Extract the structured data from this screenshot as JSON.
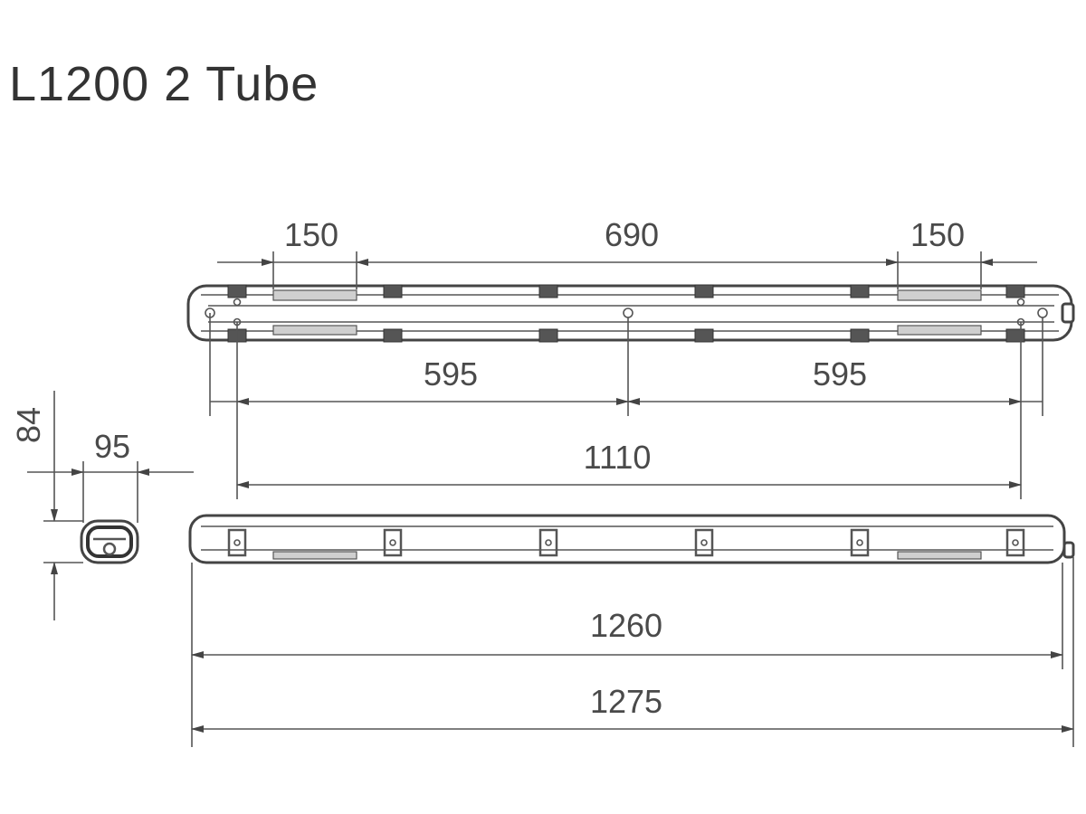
{
  "title": "L1200 2 Tube",
  "dimensions": {
    "top_left_tube": "150",
    "top_middle": "690",
    "top_right_tube": "150",
    "mount_left": "595",
    "mount_right": "595",
    "mount_total": "1110",
    "side_height": "84",
    "side_width": "95",
    "body_length": "1260",
    "overall_length": "1275"
  }
}
